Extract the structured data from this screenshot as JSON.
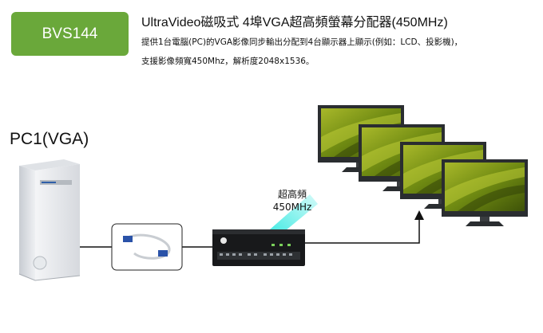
{
  "header": {
    "badge": "BVS144",
    "title": "UltraVideo磁吸式 4埠VGA超高頻螢幕分配器(450MHz)",
    "desc_line1": "提供1台電腦(PC)的VGA影像同步輸出分配到4台顯示器上顯示(例如：LCD、投影機)，",
    "desc_line2": "支援影像頻寬450Mhz，解析度2048x1536。"
  },
  "diagram": {
    "source_label": "PC1(VGA)",
    "freq_line1": "超高頻",
    "freq_line2": "450MHz"
  },
  "colors": {
    "badge_green": "#6aa83a",
    "beam_cyan": "#2ee8e0",
    "monitor_screen": "#6f8a12"
  },
  "icons": [
    "pc-tower-icon",
    "vga-cable-icon",
    "splitter-device-icon",
    "monitor-icon"
  ]
}
